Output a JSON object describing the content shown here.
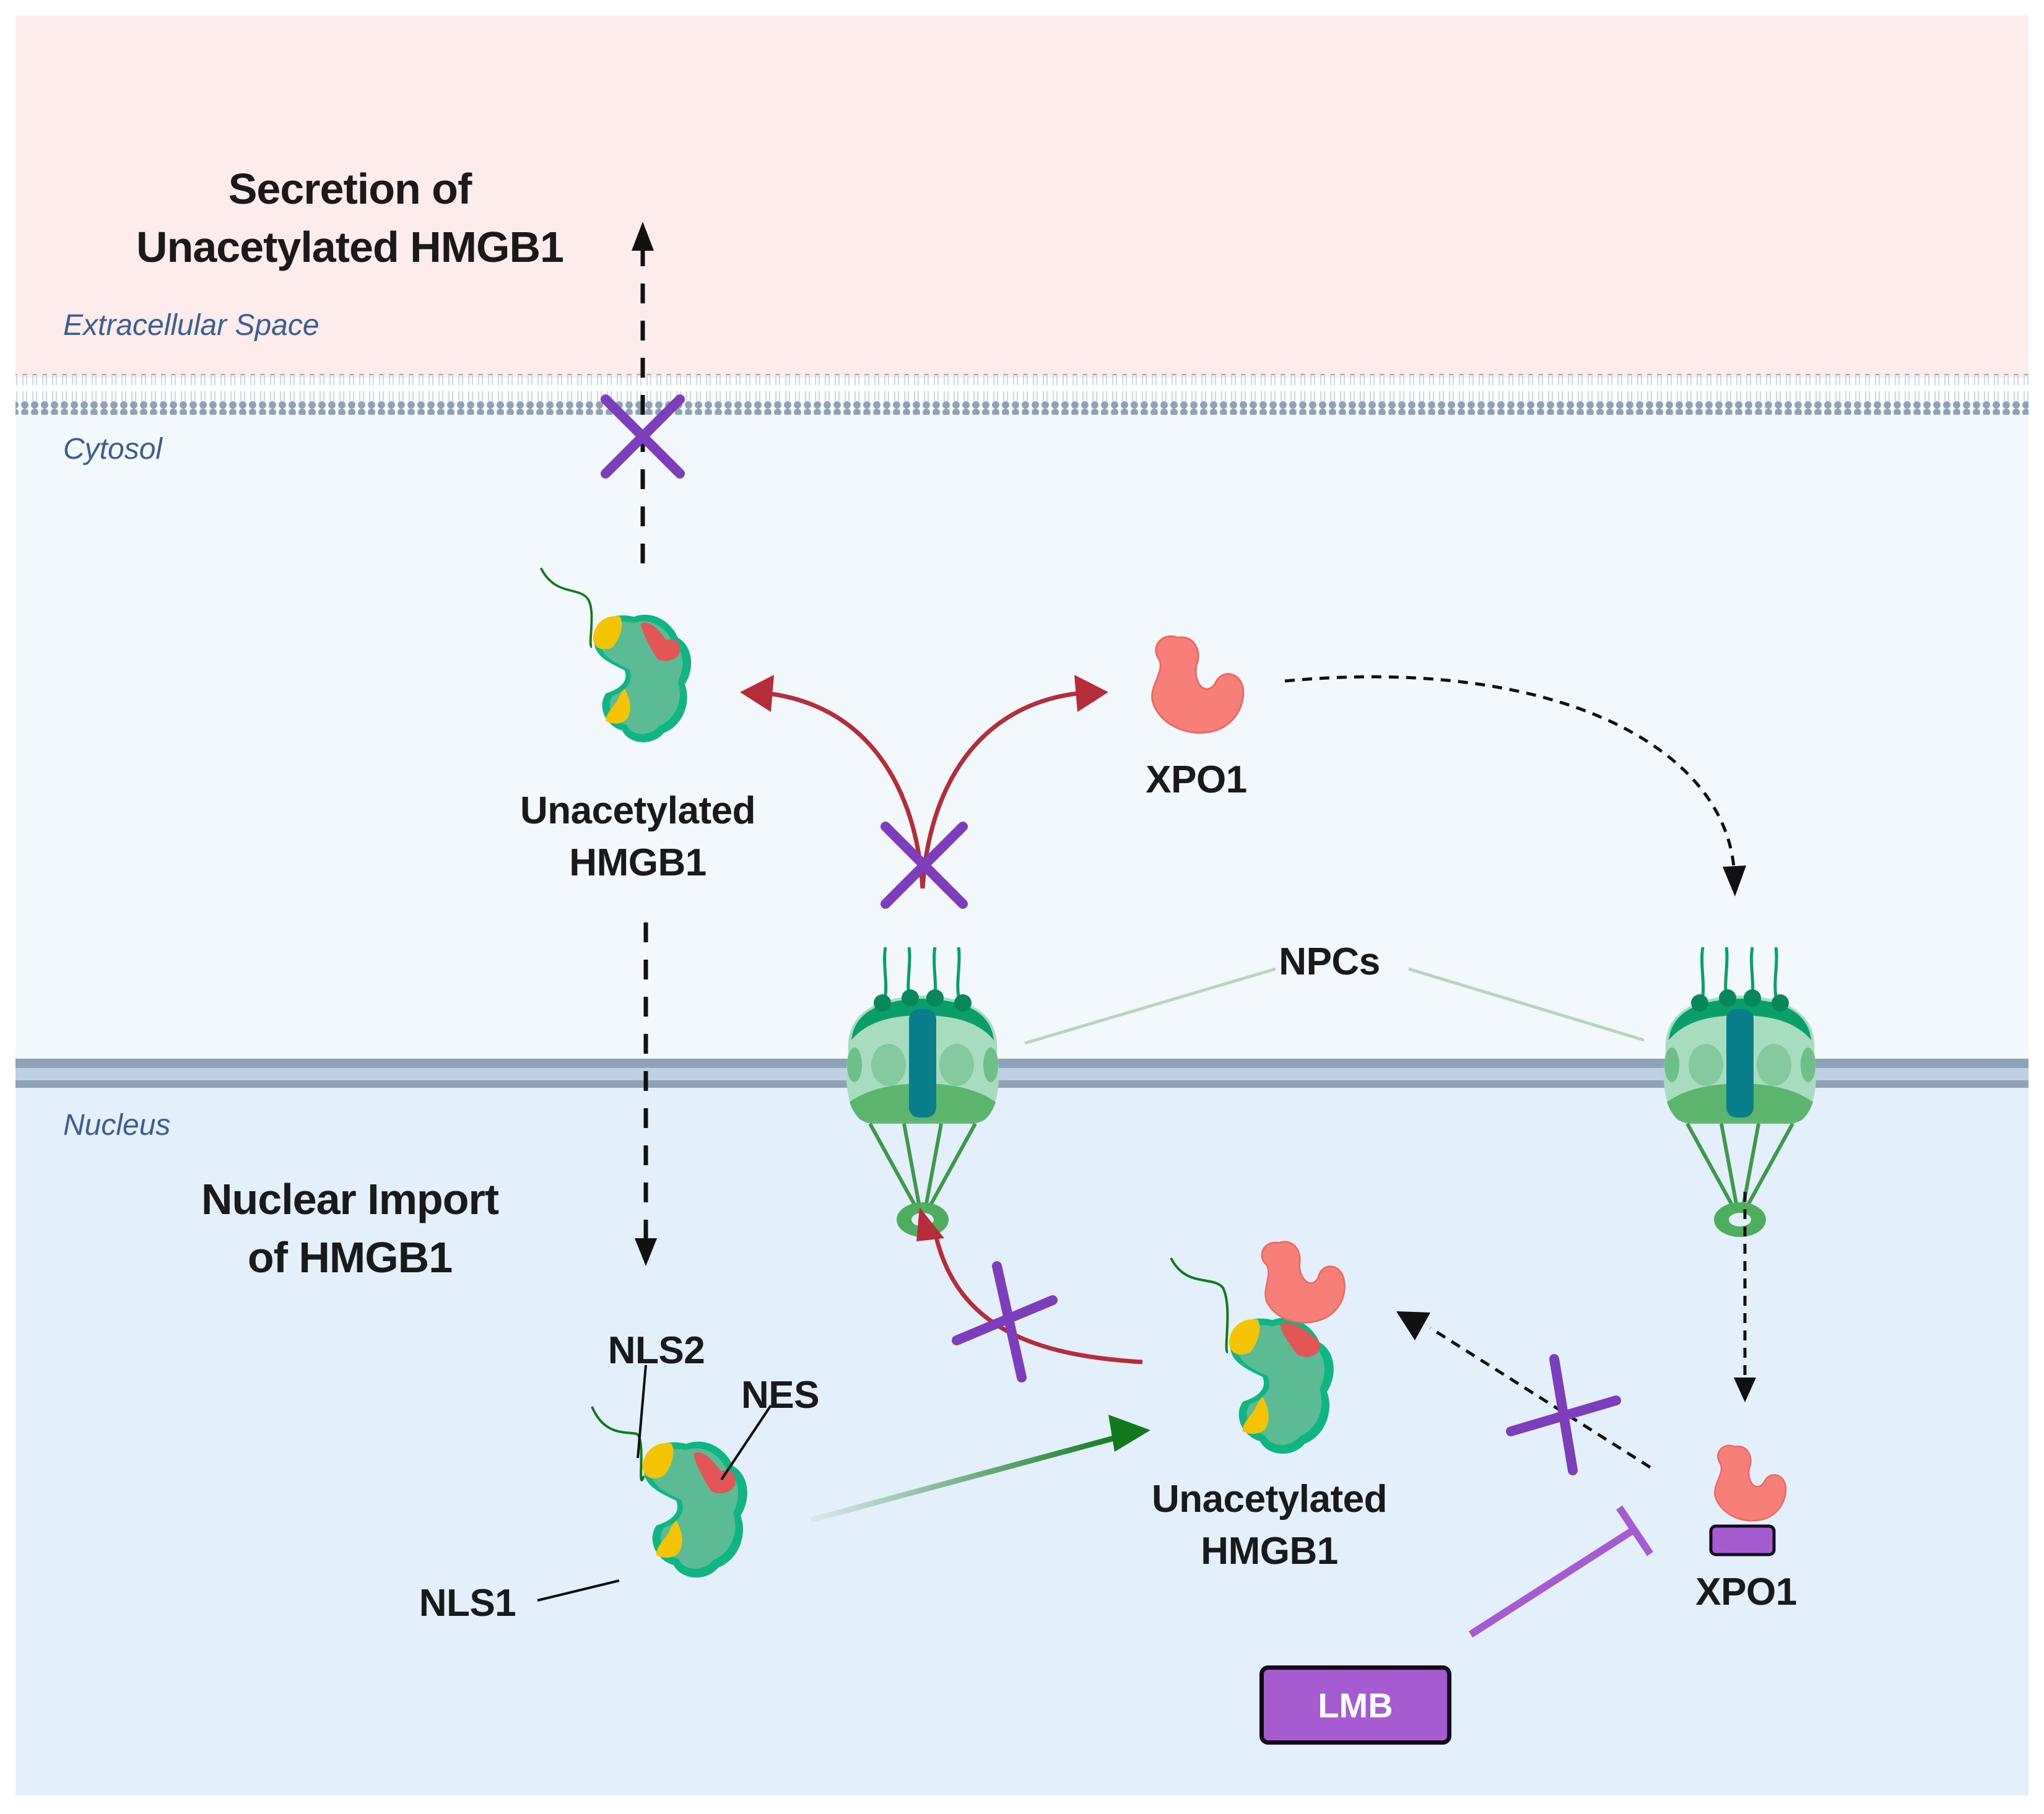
{
  "figure": {
    "title": "HMGB1 nuclear transport and secretion schematic",
    "regions": {
      "extracellular": "Extracellular Space",
      "cytosol": "Cytosol",
      "nucleus": "Nucleus"
    },
    "headings": {
      "secretion_line1": "Secretion of",
      "secretion_line2": "Unacetylated HMGB1",
      "import_line1": "Nuclear Import",
      "import_line2": "of HMGB1"
    },
    "labels": {
      "top_hmgb1_line1": "Unacetylated",
      "top_hmgb1_line2": "HMGB1",
      "top_xpo1": "XPO1",
      "npcs": "NPCs",
      "nls2": "NLS2",
      "nes": "NES",
      "nls1": "NLS1",
      "complex_line1": "Unacetylated",
      "complex_line2": "HMGB1",
      "bottom_xpo1": "XPO1",
      "lmb": "LMB"
    },
    "colors": {
      "extracellular_bg": "#fdeceb",
      "cytosol_bg": "#f3f8fd",
      "nucleus_bg": "#e3f0fc",
      "membrane": "#8fa3b8",
      "envelope": "#8ea2b8",
      "envelope_inner": "#bdd0e6",
      "hmgb1_body": "#10b584",
      "hmgb1_fill": "#5bbb95",
      "nls_yellow": "#f5c400",
      "nes_red": "#e35656",
      "xpo1_pink": "#f77f78",
      "inhibit_purple": "#7d3ebc",
      "lmb_purple": "#a65bd0",
      "red_arrow": "#b52d38",
      "green_arrow": "#117a1c",
      "npc_dark": "#0a9e6a",
      "npc_light": "#a8dcbf",
      "npc_channel": "#0a7f8c",
      "npc_basket": "#4fae5e"
    },
    "relations": [
      {
        "from": "Unacetylated HMGB1 (cytosol)",
        "to": "Extracellular Space",
        "style": "dashed",
        "blocked": true
      },
      {
        "from": "Unacetylated HMGB1 (cytosol)",
        "to": "Nucleus",
        "style": "dashed",
        "label": "Nuclear Import of HMGB1"
      },
      {
        "from": "NPC",
        "to": "Unacetylated HMGB1 (cytosol)",
        "style": "solid-red",
        "blocked": true
      },
      {
        "from": "NPC",
        "to": "XPO1 (cytosol)",
        "style": "solid-red",
        "blocked": true
      },
      {
        "from": "XPO1 (cytosol)",
        "to": "NPC (right)",
        "style": "dotted"
      },
      {
        "from": "NPC (right)",
        "to": "XPO1 (nucleus)",
        "style": "dotted"
      },
      {
        "from": "XPO1 (nucleus)",
        "to": "Unacetylated HMGB1-XPO1 complex",
        "style": "dotted",
        "blocked": true
      },
      {
        "from": "HMGB1 (NLS1/NLS2/NES)",
        "to": "Unacetylated HMGB1-XPO1 complex",
        "style": "solid-green"
      },
      {
        "from": "Unacetylated HMGB1-XPO1 complex",
        "to": "NPC (left)",
        "style": "solid-red",
        "blocked": true
      },
      {
        "from": "LMB",
        "to": "XPO1 (nucleus)",
        "style": "inhibition"
      }
    ]
  }
}
